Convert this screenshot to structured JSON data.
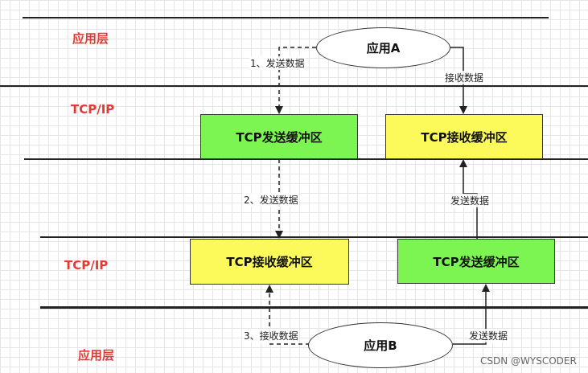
{
  "layers": {
    "top_app": "应用层",
    "top_tcp": "TCP/IP",
    "bottom_tcp": "TCP/IP",
    "bottom_app": "应用层"
  },
  "nodes": {
    "app_a": "应用A",
    "app_b": "应用B",
    "tcp_send_top": "TCP发送缓冲区",
    "tcp_recv_top": "TCP接收缓冲区",
    "tcp_recv_bottom": "TCP接收缓冲区",
    "tcp_send_bottom": "TCP发送缓冲区"
  },
  "edges": {
    "step1": "1、发送数据",
    "recv_top": "接收数据",
    "step2": "2、发送数据",
    "send_mid": "发送数据",
    "step3": "3、接收数据",
    "send_bottom": "发送数据"
  },
  "watermark": "CSDN @WYSCODER",
  "colors": {
    "layer_label": "#e53935",
    "send_buffer": "#7cf451",
    "recv_buffer": "#fbfa5a"
  }
}
